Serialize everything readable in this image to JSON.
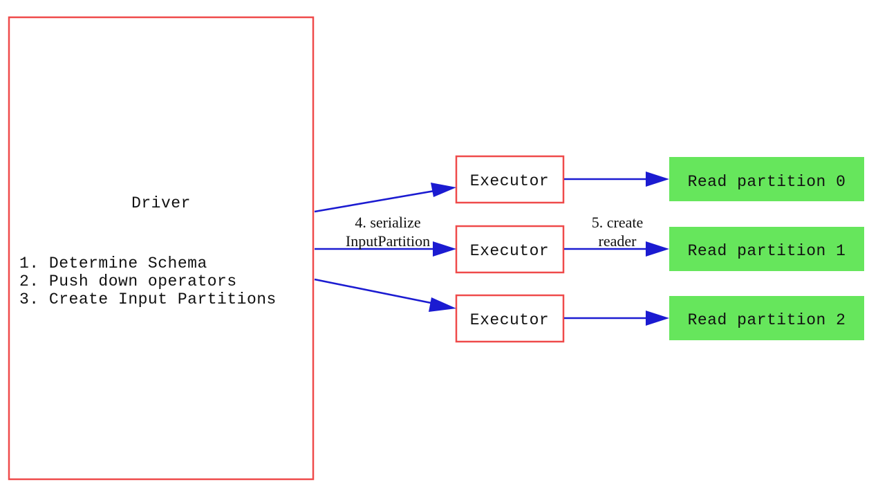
{
  "diagram": {
    "title_text": "Driver",
    "colors": {
      "box_border_red": "#ef4a4a",
      "green_fill": "#66e65c",
      "arrow_blue": "#1b1bd1",
      "text_black": "#111111",
      "background": "#ffffff"
    },
    "driver": {
      "label": "Driver",
      "steps": [
        "1. Determine Schema",
        "2. Push down operators",
        "3. Create Input Partitions"
      ]
    },
    "executors": [
      {
        "label": "Executor"
      },
      {
        "label": "Executor"
      },
      {
        "label": "Executor"
      }
    ],
    "partitions": [
      {
        "label": "Read partition 0"
      },
      {
        "label": "Read partition 1"
      },
      {
        "label": "Read partition 2"
      }
    ],
    "edge_labels": {
      "serialize": {
        "line1": "4. serialize",
        "line2": "InputPartition"
      },
      "create_reader": {
        "line1": "5. create",
        "line2": "reader"
      }
    }
  }
}
